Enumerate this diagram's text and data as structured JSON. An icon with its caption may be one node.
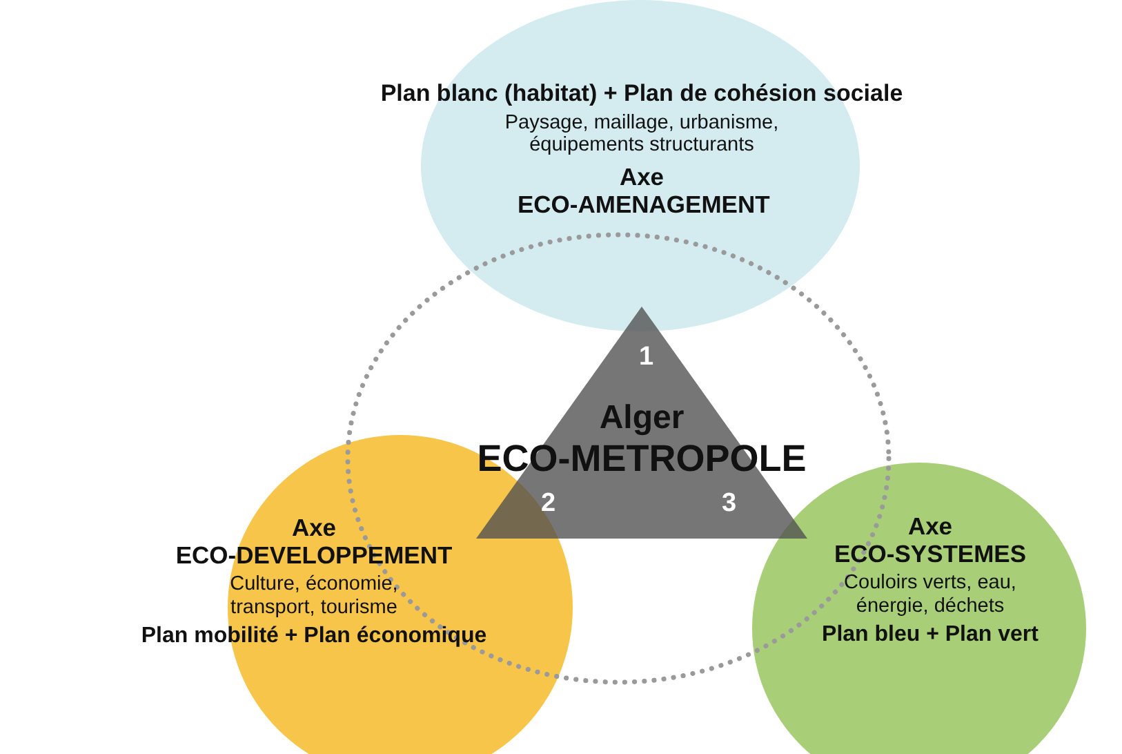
{
  "diagram": {
    "nodes": [
      {
        "text": [
          "Plan blanc (habitat) + Plan de cohésion sociale",
          "Paysage, maillage, urbanisme, équipements structurants",
          "Axe ECO-AMENAGEMENT"
        ]
      },
      {
        "text": [],
        "shape": "circle"
      },
      {
        "text": [
          "Alger",
          "ECO-METROPOLE"
        ],
        "in": 1
      },
      {
        "text": [
          "Axe ECO-DEVELOPPEMENT",
          "Culture, économie, transport, tourisme",
          "Plan mobilité + Plan économique"
        ]
      },
      {
        "text": [
          "Axe ECO-SYSTEMES",
          "Couloirs verts, eau, énergie, déchets",
          "Plan bleu + Plan vert"
        ]
      }
    ],
    "edges": [],
    "labels": [
      "1",
      "2",
      "3"
    ]
  }
}
